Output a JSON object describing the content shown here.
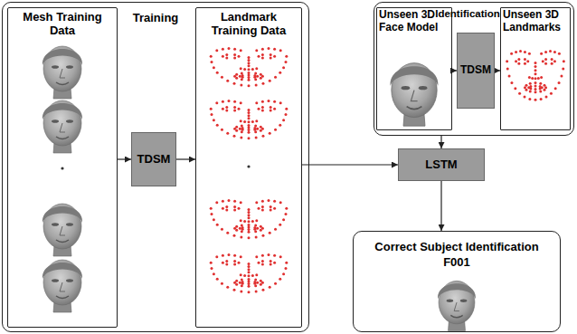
{
  "diagram": {
    "nodes": [
      {
        "text": [
          "Training"
        ]
      },
      {
        "text": [
          "Mesh Training Data"
        ],
        "in": 0
      },
      {
        "text": [
          "TDSM"
        ],
        "in": 0
      },
      {
        "text": [
          "Landmark Training Data"
        ],
        "in": 0
      },
      {
        "text": [
          "Identification"
        ]
      },
      {
        "text": [
          "Unseen 3D Face Model"
        ],
        "in": 4
      },
      {
        "text": [
          "TDSM"
        ],
        "in": 4
      },
      {
        "text": [
          "Unseen 3D Landmarks"
        ],
        "in": 4
      },
      {
        "text": [
          "LSTM"
        ]
      },
      {
        "text": [
          "Correct Subject Identification",
          "F001"
        ]
      }
    ],
    "edges": [
      {
        "from": 1,
        "to": 2,
        "arrow": "to"
      },
      {
        "from": 2,
        "to": 3,
        "arrow": "to"
      },
      {
        "from": 3,
        "to": 8,
        "arrow": "to"
      },
      {
        "from": 5,
        "to": 6,
        "arrow": "to"
      },
      {
        "from": 6,
        "to": 7,
        "arrow": "to"
      },
      {
        "from": 4,
        "to": 8,
        "arrow": "to"
      },
      {
        "from": 8,
        "to": 9,
        "arrow": "to"
      }
    ]
  }
}
